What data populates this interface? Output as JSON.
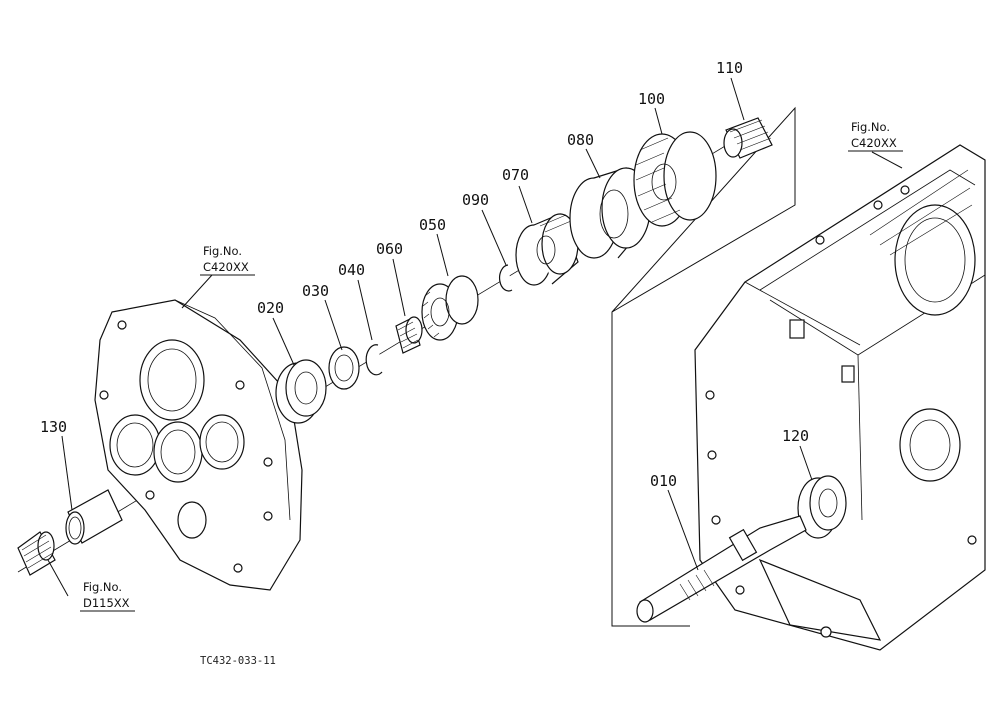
{
  "parts": [
    {
      "id": "p010",
      "label": "010"
    },
    {
      "id": "p020",
      "label": "020"
    },
    {
      "id": "p030",
      "label": "030"
    },
    {
      "id": "p040",
      "label": "040"
    },
    {
      "id": "p050",
      "label": "050"
    },
    {
      "id": "p060",
      "label": "060"
    },
    {
      "id": "p070",
      "label": "070"
    },
    {
      "id": "p080",
      "label": "080"
    },
    {
      "id": "p090",
      "label": "090"
    },
    {
      "id": "p100",
      "label": "100"
    },
    {
      "id": "p110",
      "label": "110"
    },
    {
      "id": "p120",
      "label": "120"
    },
    {
      "id": "p130",
      "label": "130"
    }
  ],
  "figure_refs": [
    {
      "id": "ref-left",
      "title": "Fig.No.",
      "number": "C420XX"
    },
    {
      "id": "ref-right",
      "title": "Fig.No.",
      "number": "C420XX"
    },
    {
      "id": "ref-bottom",
      "title": "Fig.No.",
      "number": "D115XX"
    }
  ],
  "drawing_code": "TC432-033-11"
}
